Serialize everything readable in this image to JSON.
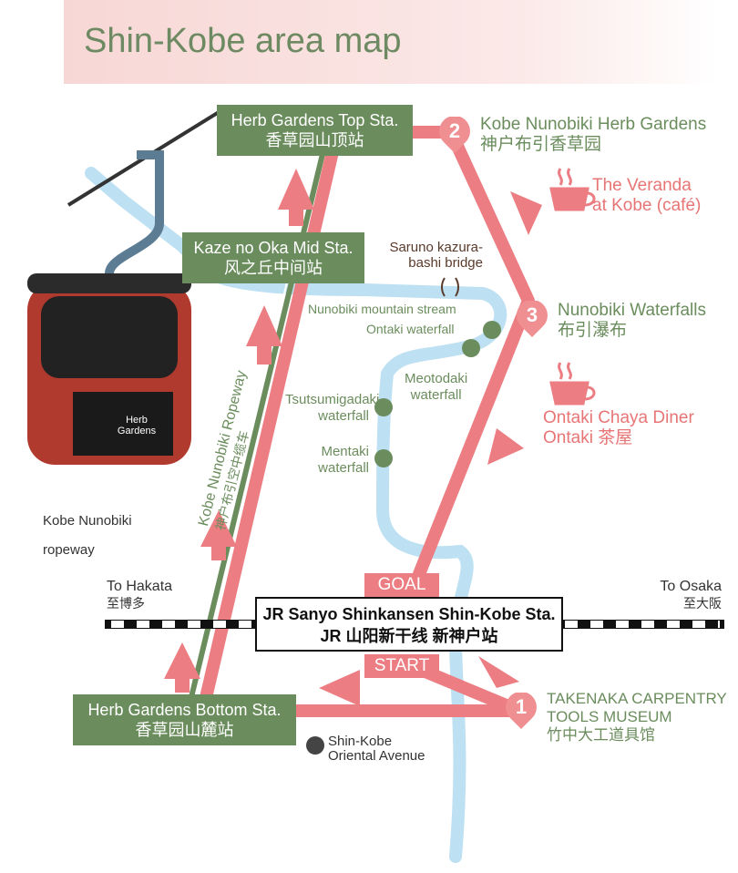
{
  "title": "Shin-Kobe area map",
  "stations": {
    "top": {
      "en": "Herb Gardens Top Sta.",
      "zh": "香草园山顶站"
    },
    "mid": {
      "en": "Kaze no Oka Mid Sta.",
      "zh": "风之丘中间站"
    },
    "bottom": {
      "en": "Herb Gardens Bottom Sta.",
      "zh": "香草园山麓站"
    }
  },
  "pins": [
    {
      "num": "2",
      "en": "Kobe Nunobiki Herb Gardens",
      "zh": "神户布引香草园"
    },
    {
      "num": "3",
      "en": "Nunobiki Waterfalls",
      "zh": "布引瀑布"
    },
    {
      "num": "1",
      "en": "TAKENAKA CARPENTRY",
      "en2": "TOOLS MUSEUM",
      "zh": "竹中大工道具馆"
    }
  ],
  "cafes": [
    {
      "line1": "The Veranda",
      "line2": "at Kobe (café)"
    },
    {
      "line1": "Ontaki Chaya Diner",
      "line2": "Ontaki 茶屋"
    }
  ],
  "bridge": {
    "line1": "Saruno kazura-",
    "line2": "bashi bridge"
  },
  "stream_label": "Nunobiki mountain stream",
  "waterfalls": [
    {
      "line1": "Ontaki waterfall"
    },
    {
      "line1": "Meotodaki",
      "line2": "waterfall"
    },
    {
      "line1": "Tsutsumigadaki",
      "line2": "waterfall"
    },
    {
      "line1": "Mentaki",
      "line2": "waterfall"
    }
  ],
  "ropeway": {
    "en": "Kobe Nunobiki Ropeway",
    "zh": "神户布引空中缆车"
  },
  "gondola_caption": {
    "line1": "Kobe Nunobiki",
    "line2": "ropeway"
  },
  "gondola_badge": {
    "line1": "Herb",
    "line2": "Gardens"
  },
  "rail": {
    "west": {
      "en": "To Hakata",
      "zh": "至博多"
    },
    "east": {
      "en": "To Osaka",
      "zh": "至大阪"
    },
    "jr_en": "JR Sanyo Shinkansen  Shin-Kobe Sta.",
    "jr_zh": "JR 山阳新干线 新神户站"
  },
  "goal": "GOAL",
  "start": "START",
  "oriental": {
    "line1": "Shin-Kobe",
    "line2": "Oriental Avenue"
  },
  "colors": {
    "route": "#ec7e83",
    "green": "#6b8d5d",
    "stream": "#bde0f2",
    "pin": "#ef8f92",
    "gondola": "#b03a2e"
  }
}
